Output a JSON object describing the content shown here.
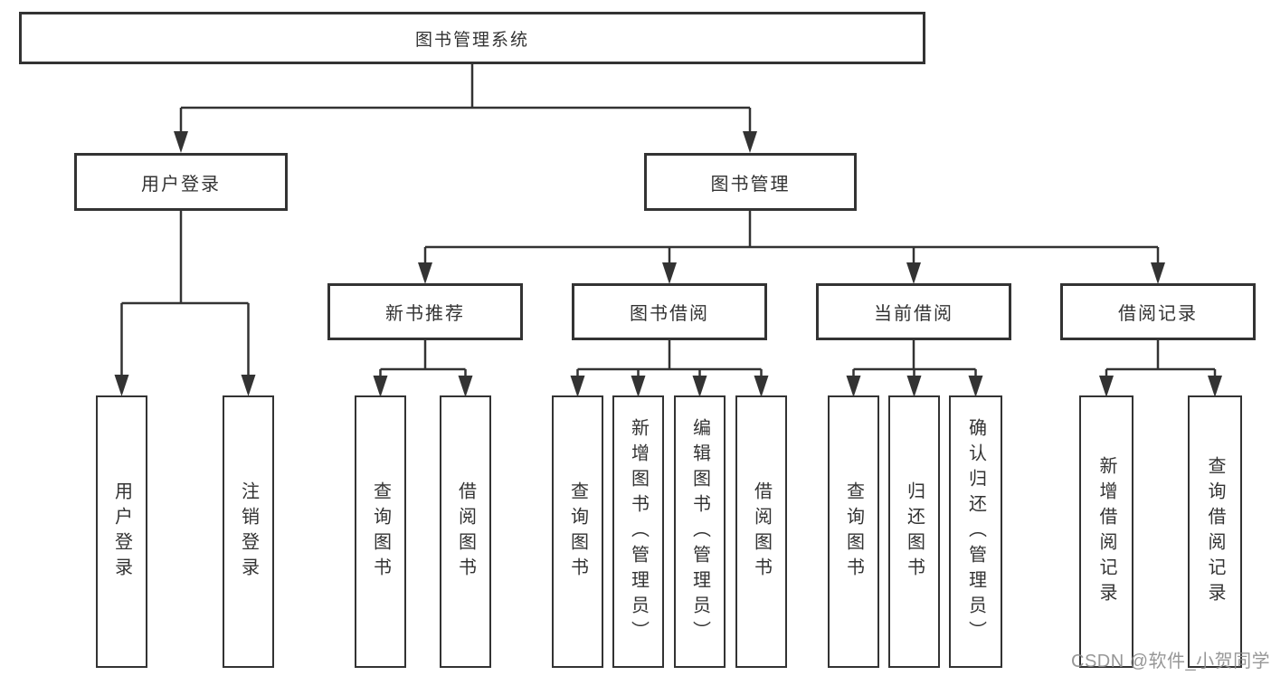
{
  "diagram": {
    "root": {
      "label": "图书管理系统"
    },
    "branches": [
      {
        "label": "用户登录",
        "children": [
          {
            "label": "用户登录"
          },
          {
            "label": "注销登录"
          }
        ]
      },
      {
        "label": "图书管理",
        "children": [
          {
            "label": "新书推荐",
            "children": [
              {
                "label": "查询图书"
              },
              {
                "label": "借阅图书"
              }
            ]
          },
          {
            "label": "图书借阅",
            "children": [
              {
                "label": "查询图书"
              },
              {
                "label": "新增图书（管理员）"
              },
              {
                "label": "编辑图书（管理员）"
              },
              {
                "label": "借阅图书"
              }
            ]
          },
          {
            "label": "当前借阅",
            "children": [
              {
                "label": "查询图书"
              },
              {
                "label": "归还图书"
              },
              {
                "label": "确认归还（管理员）"
              }
            ]
          },
          {
            "label": "借阅记录",
            "children": [
              {
                "label": "新增借阅记录"
              },
              {
                "label": "查询借阅记录"
              }
            ]
          }
        ]
      }
    ]
  },
  "colors": {
    "line": "#333333",
    "text": "#333333",
    "watermark": "#8c8c8c",
    "background": "#ffffff"
  },
  "watermark": {
    "text": "CSDN @软件_小贺同学"
  }
}
